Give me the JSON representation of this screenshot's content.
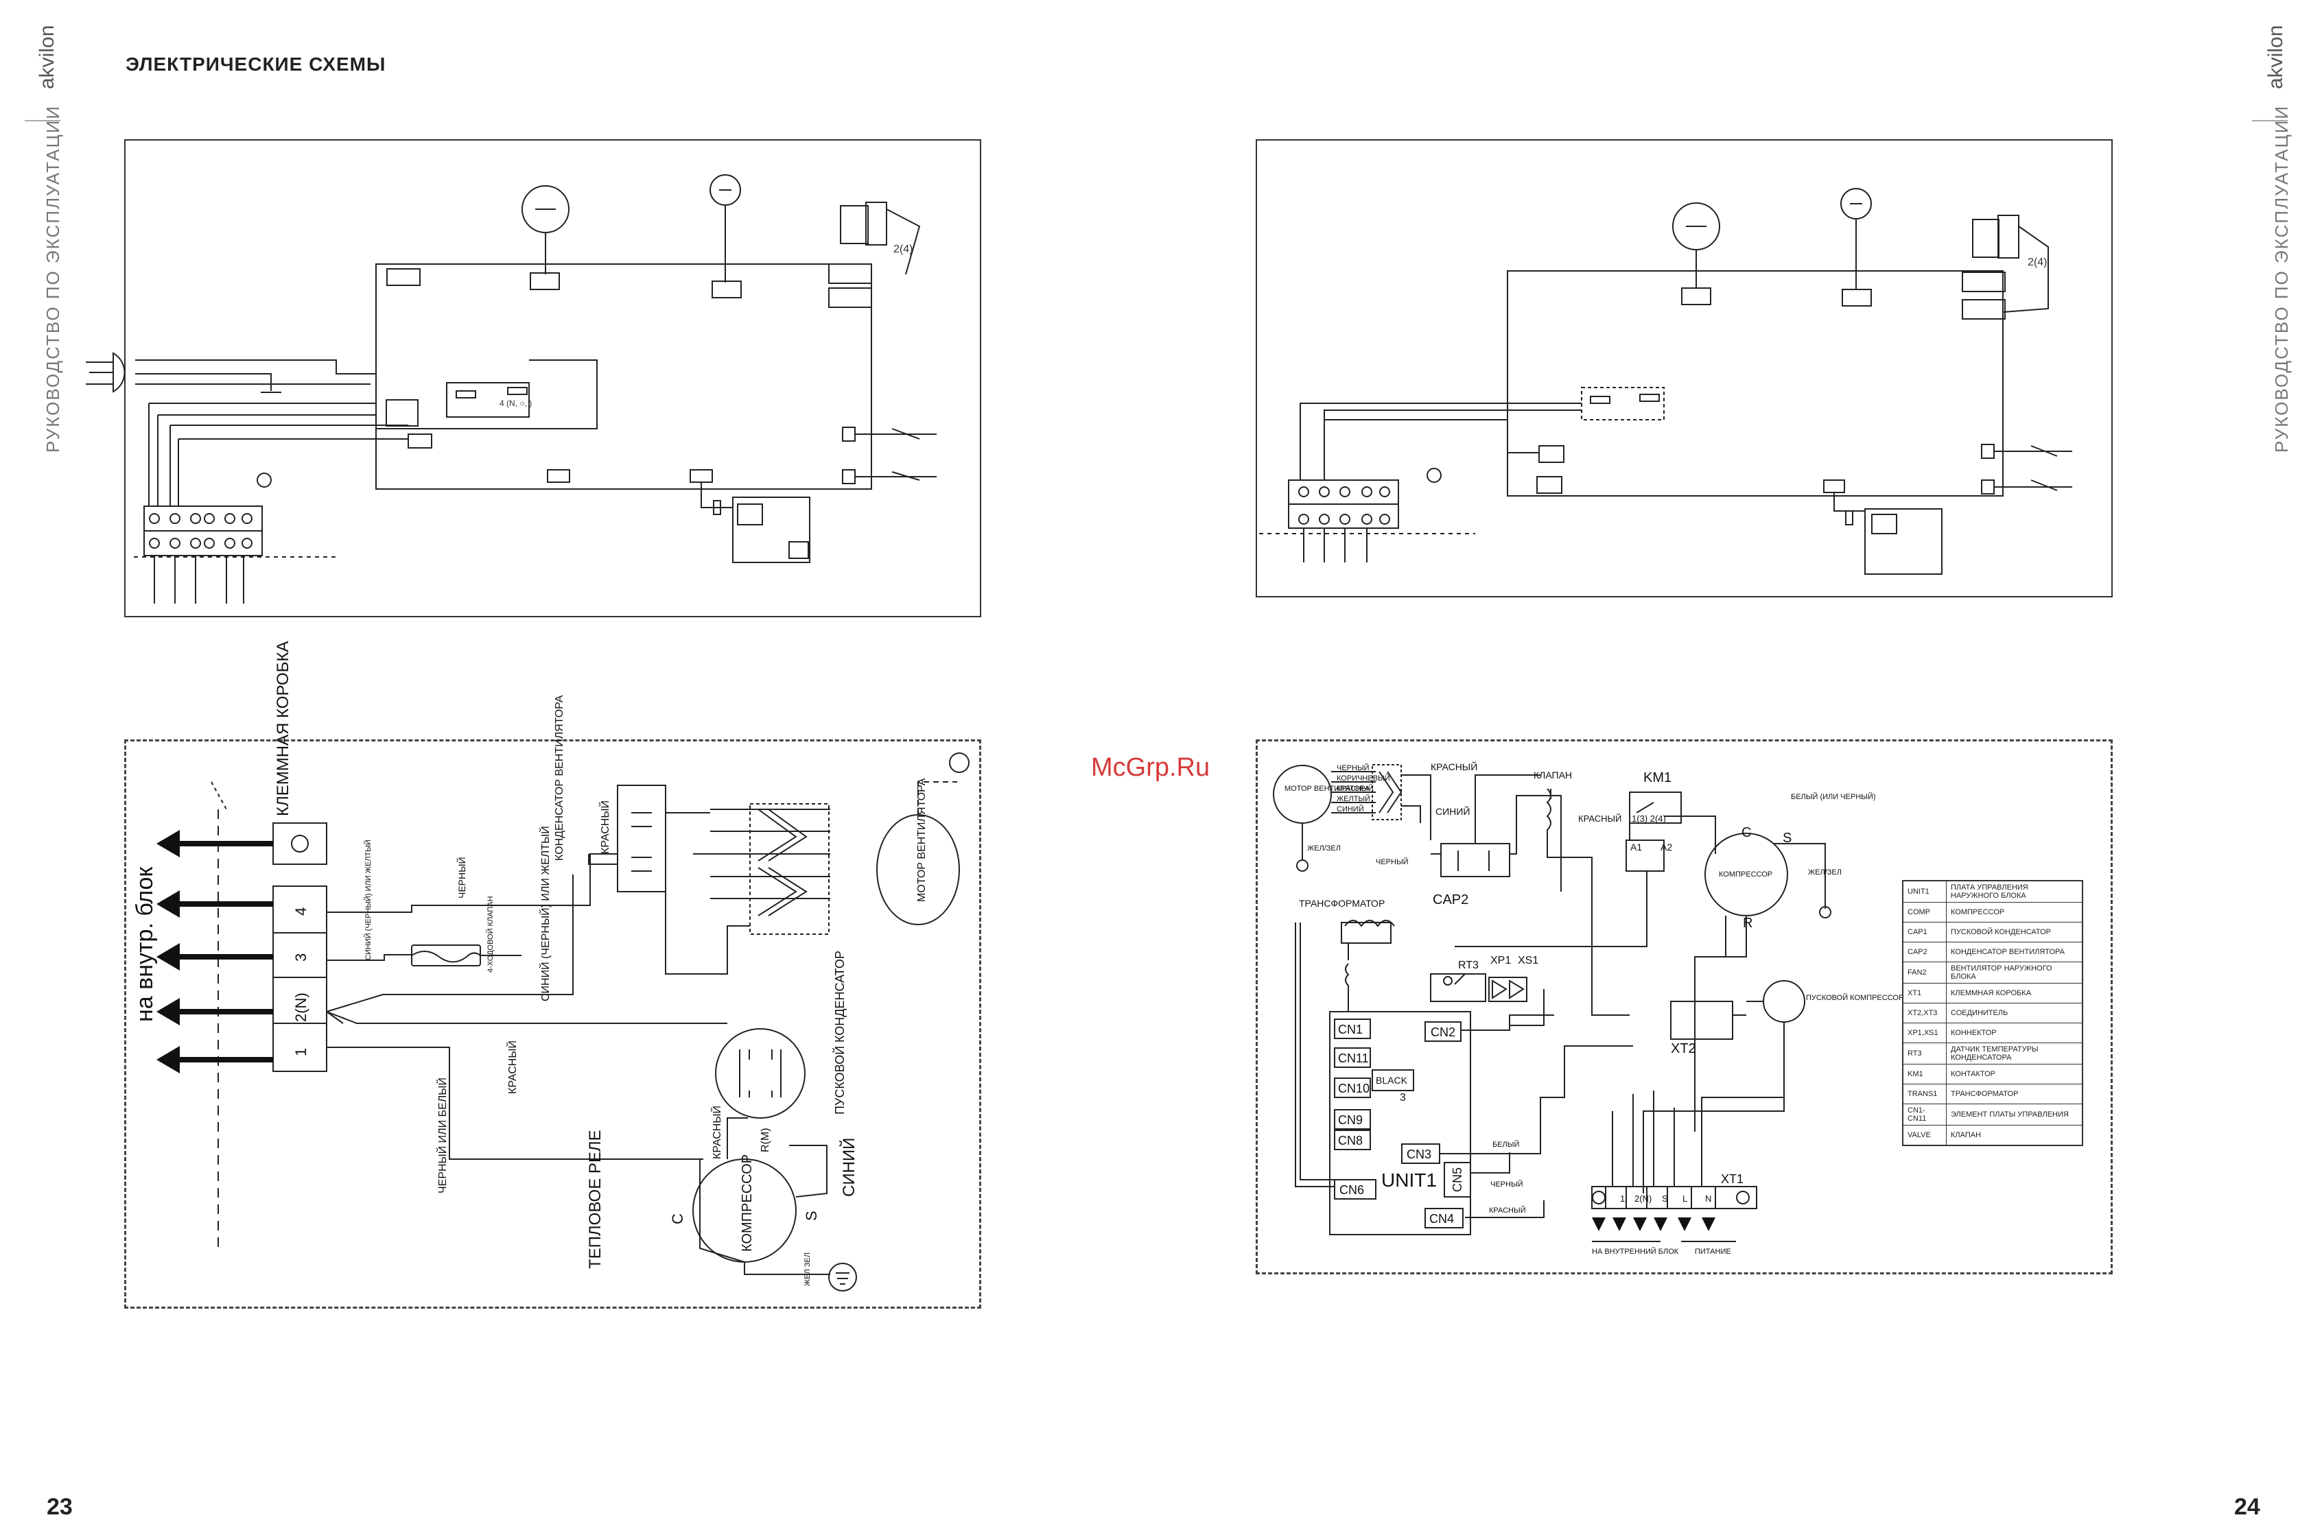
{
  "header": {
    "title": "ЭЛЕКТРИЧЕСКИЕ СХЕМЫ"
  },
  "brand": {
    "left": "akvilon",
    "right": "akvilon"
  },
  "sidebar": {
    "left": "РУКОВОДСТВО ПО ЭКСПЛУАТАЦИИ",
    "right": "РУКОВОДСТВО ПО ЭКСПЛУАТАЦИИ"
  },
  "pages": {
    "left": "23",
    "right": "24"
  },
  "watermark": "McGrp.Ru",
  "d1": {
    "label_24": "2(4)",
    "label_4nl": "4 (N, ○, )"
  },
  "d2": {
    "label_24": "2(4)"
  },
  "d3": {
    "to_indoor": "на внутр. блок",
    "terminal_box": "КЛЕММНАЯ КОРОБКА",
    "terminals": [
      "4",
      "3",
      "2(N)",
      "1"
    ],
    "black": "ЧЕРНЫЙ",
    "blue_black_yellow": "СИНИЙ (ЧЕРНЫЙ) ИЛИ ЖЕЛТЫЙ",
    "valve": "4-ХОДОВОЙ КЛАПАН",
    "blue_or_yellow": "СИНИЙ (ЧЕРНЫЙ) ИЛИ ЖЕЛТЫЙ",
    "red": "КРАСНЫЙ",
    "black_or_white": "ЧЕРНЫЙ ИЛИ БЕЛЫЙ",
    "fan_cap": "КОНДЕНСАТОР ВЕНТИЛЯТОРА",
    "red2": "КРАСНЫЙ",
    "fan_motor": "МОТОР ВЕНТИЛЯТОРА",
    "start_cap": "ПУСКОВОЙ КОНДЕНСАТОР",
    "compressor": "КОМПРЕССОР",
    "red3": "КРАСНЫЙ",
    "rm": "R(M)",
    "blue": "СИНИЙ",
    "thermal_relay": "ТЕПЛОВОЕ РЕЛЕ",
    "c": "C",
    "s": "S",
    "ground": "ЖЕЛ ЗЕЛ"
  },
  "d4": {
    "fan_motor": "МОТОР ВЕНТИЛЯТОРА",
    "wires": [
      "ЧЕРНЫЙ",
      "КОРИЧНЕВЫЙ",
      "КРАСНЫЙ",
      "ЖЕЛТЫЙ",
      "СИНИЙ"
    ],
    "red": "КРАСНЫЙ",
    "blue": "СИНИЙ",
    "valve": "КЛАПАН",
    "km1": "KM1",
    "km1_pins": "1(3) 2(4)",
    "a1": "A1",
    "a2": "A2",
    "red_label": "КРАСНЫЙ",
    "white_label": "БЕЛЫЙ (ИЛИ ЧЕРНЫЙ)",
    "compressor": "КОМПРЕССОР",
    "c": "C",
    "s": "S",
    "r": "R",
    "zhel_zel": "ЖЕЛ/ЗЕЛ",
    "zhel_zel2": "ЖЕЛ/ЗЕЛ",
    "cap2": "CAP2",
    "black": "ЧЕРНЫЙ",
    "transformer": "ТРАНСФОРМАТОР",
    "rt3": "RT3",
    "xp1": "XP1",
    "xs1": "XS1",
    "cn": [
      "CN1",
      "CN11",
      "CN10",
      "CN9",
      "CN8",
      "CN6",
      "CN2",
      "CN3",
      "CN5",
      "CN4"
    ],
    "blackbox": "BLACK",
    "three": "3",
    "unit1": "UNIT1",
    "xt2": "XT2",
    "start_cap": "ПУСКОВОЙ КОМПРЕССОР",
    "xt1": "XT1",
    "xt1_terms": [
      "1",
      "2(N)",
      "S",
      "L",
      "N"
    ],
    "to_indoor": "НА ВНУТРЕННИЙ БЛОК",
    "power": "ПИТАНИЕ",
    "white": "БЕЛЫЙ",
    "red_cn4": "КРАСНЫЙ",
    "black_cn5": "ЧЕРНЫЙ"
  },
  "legend": [
    [
      "UNIT1",
      "ПЛАТА УПРАВЛЕНИЯ НАРУЖНОГО БЛОКА"
    ],
    [
      "COMP",
      "КОМПРЕССОР"
    ],
    [
      "CAP1",
      "ПУСКОВОЙ КОНДЕНСАТОР"
    ],
    [
      "CAP2",
      "КОНДЕНСАТОР ВЕНТИЛЯТОРА"
    ],
    [
      "FAN2",
      "ВЕНТИЛЯТОР НАРУЖНОГО БЛОКА"
    ],
    [
      "XT1",
      "КЛЕММНАЯ КОРОБКА"
    ],
    [
      "XT2,XT3",
      "СОЕДИНИТЕЛЬ"
    ],
    [
      "XP1,XS1",
      "КОННЕКТОР"
    ],
    [
      "RT3",
      "ДАТЧИК ТЕМПЕРАТУРЫ КОНДЕНСАТОРА"
    ],
    [
      "KM1",
      "КОНТАКТОР"
    ],
    [
      "TRANS1",
      "ТРАНСФОРМАТОР"
    ],
    [
      "CN1-CN11",
      "ЭЛЕМЕНТ ПЛАТЫ УПРАВЛЕНИЯ"
    ],
    [
      "VALVE",
      "КЛАПАН"
    ]
  ]
}
